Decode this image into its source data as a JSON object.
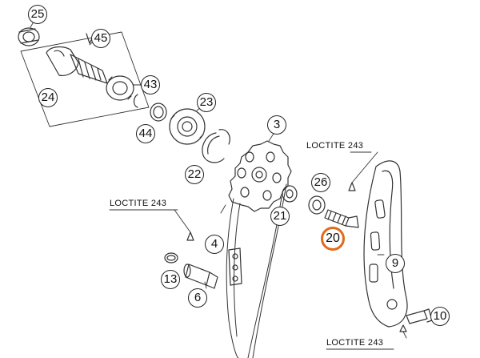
{
  "callouts": {
    "c25": "25",
    "c45": "45",
    "c24": "24",
    "c43": "43",
    "c44": "44",
    "c23": "23",
    "c3": "3",
    "c22": "22",
    "c26": "26",
    "c21": "21",
    "c20": "20",
    "c4": "4",
    "c13": "13",
    "c6": "6",
    "c9": "9",
    "c10": "10"
  },
  "notes": {
    "loctite_top": "LOCTITE 243",
    "loctite_left": "LOCTITE 243",
    "loctite_bottom": "LOCTITE 243"
  },
  "colors": {
    "line": "#333333",
    "highlight": "#e06a1c"
  }
}
